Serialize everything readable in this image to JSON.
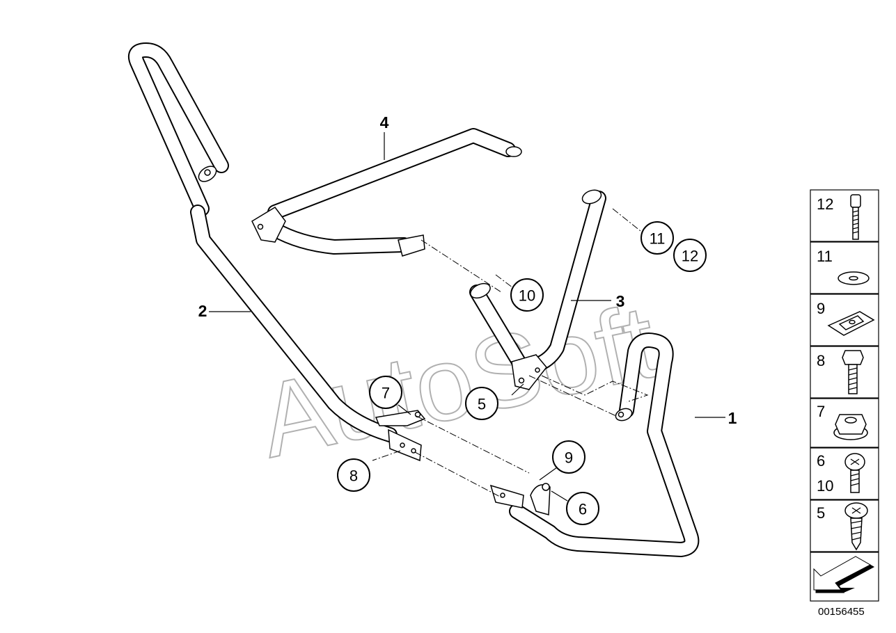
{
  "watermark": "AutoSoft",
  "diagram_id": "00156455",
  "callouts": {
    "c1": "1",
    "c2": "2",
    "c3": "3",
    "c4": "4",
    "c5": "5",
    "c6": "6",
    "c7": "7",
    "c8": "8",
    "c9": "9",
    "c10": "10",
    "c11": "11",
    "c12": "12"
  },
  "legend": {
    "items": [
      {
        "label": "12",
        "icon": "socket-head-bolt-icon"
      },
      {
        "label": "11",
        "icon": "washer-icon"
      },
      {
        "label": "9",
        "icon": "clip-nut-icon"
      },
      {
        "label": "8",
        "icon": "hex-bolt-icon"
      },
      {
        "label": "7",
        "icon": "hex-nut-icon"
      },
      {
        "label": "6",
        "label2": "10",
        "icon": "torx-bolt-icon"
      },
      {
        "label": "5",
        "icon": "tapping-screw-icon"
      }
    ],
    "arrow_icon": "direction-arrow-icon"
  }
}
